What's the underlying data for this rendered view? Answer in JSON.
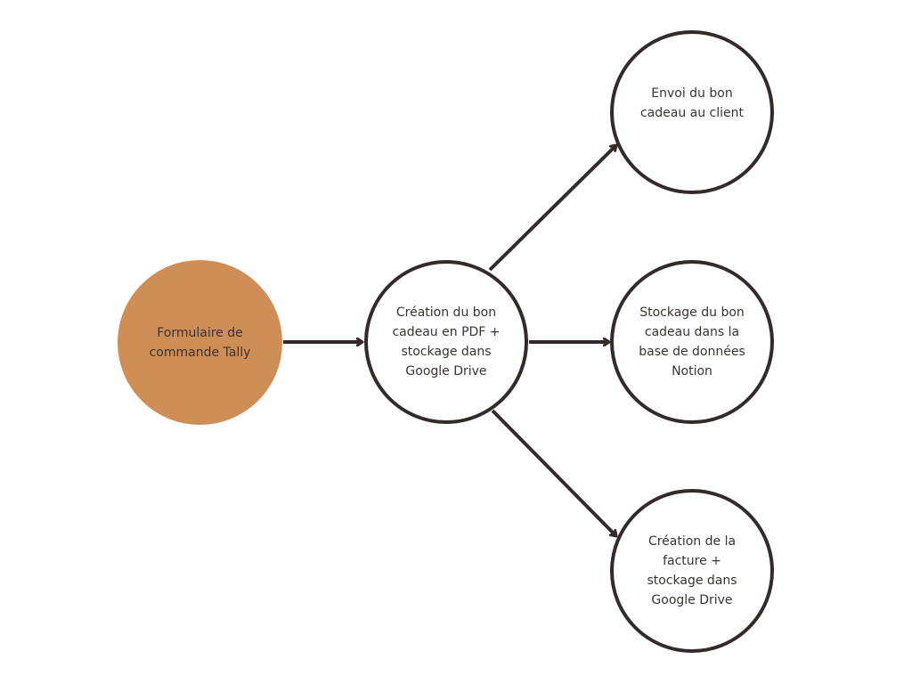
{
  "colors": {
    "stroke": "#332b29",
    "source_fill": "#cf8e55",
    "text": "#3a3331",
    "background": "#ffffff"
  },
  "nodes": {
    "source": {
      "label": "Formulaire de\ncommande Tally"
    },
    "pdf_creation": {
      "label": "Création du bon\ncadeau en PDF +\nstockage dans\nGoogle Drive"
    },
    "send_client": {
      "label": "Envoi du bon\ncadeau au client"
    },
    "notion_storage": {
      "label": "Stockage du bon\ncadeau dans la\nbase de données\nNotion"
    },
    "invoice": {
      "label": "Création de la\nfacture +\nstockage dans\nGoogle Drive"
    }
  },
  "edges": [
    {
      "from": "source",
      "to": "pdf_creation"
    },
    {
      "from": "pdf_creation",
      "to": "send_client"
    },
    {
      "from": "pdf_creation",
      "to": "notion_storage"
    },
    {
      "from": "pdf_creation",
      "to": "invoice"
    }
  ]
}
